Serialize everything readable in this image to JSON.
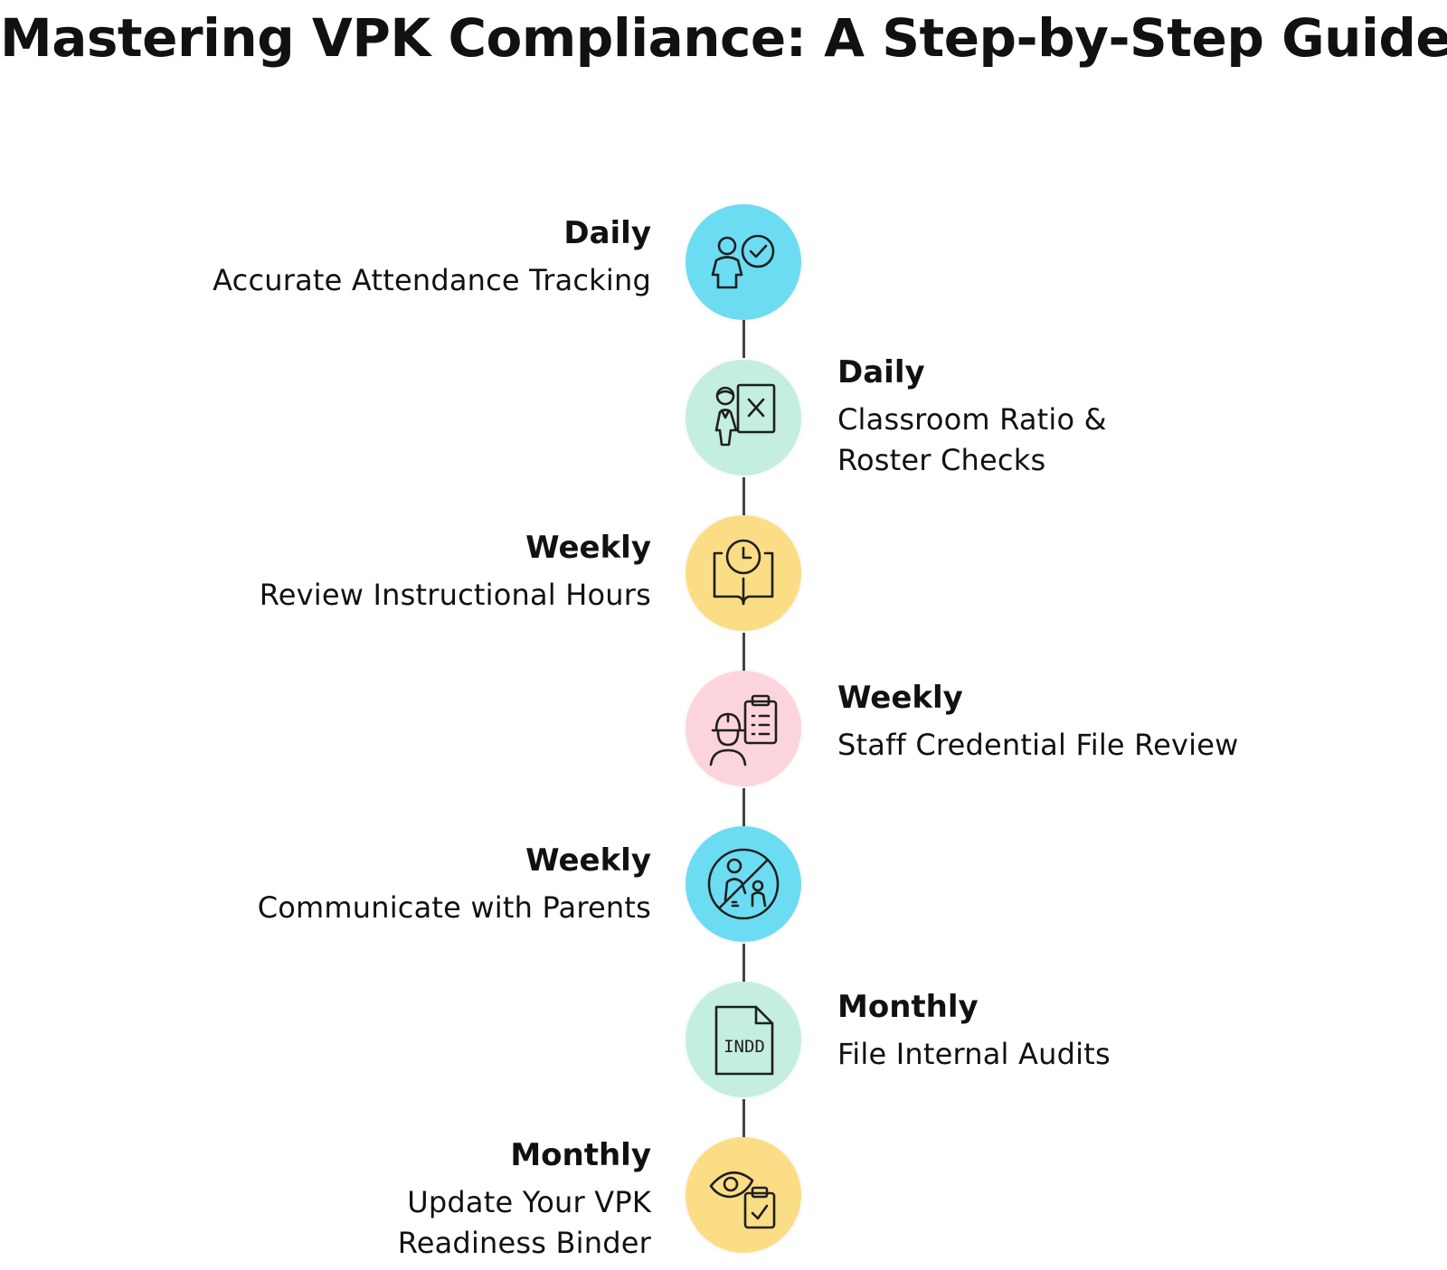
{
  "title": "Mastering VPK Compliance: A Step-by-Step Guide",
  "colors": {
    "cyan": "#6cdcf2",
    "mint": "#c4eee0",
    "yellow": "#fbdd85",
    "pink": "#fcd4dc",
    "connector": "#444444"
  },
  "steps": [
    {
      "frequency": "Daily",
      "text": "Accurate Attendance Tracking",
      "icon": "attendance-check-icon",
      "color": "#6cdcf2"
    },
    {
      "frequency": "Daily",
      "text": "Classroom Ratio &\nRoster Checks",
      "icon": "teacher-board-icon",
      "color": "#c4eee0"
    },
    {
      "frequency": "Weekly",
      "text": "Review Instructional Hours",
      "icon": "book-clock-icon",
      "color": "#fbdd85"
    },
    {
      "frequency": "Weekly",
      "text": "Staff Credential File Review",
      "icon": "worker-clipboard-icon",
      "color": "#fcd4dc"
    },
    {
      "frequency": "Weekly",
      "text": "Communicate with Parents",
      "icon": "no-children-icon",
      "color": "#6cdcf2"
    },
    {
      "frequency": "Monthly",
      "text": "File Internal Audits",
      "icon": "indd-file-icon",
      "icon_text": "INDD",
      "color": "#c4eee0"
    },
    {
      "frequency": "Monthly",
      "text": "Update Your VPK\nReadiness Binder",
      "icon": "eye-clipboard-icon",
      "color": "#fbdd85"
    }
  ]
}
